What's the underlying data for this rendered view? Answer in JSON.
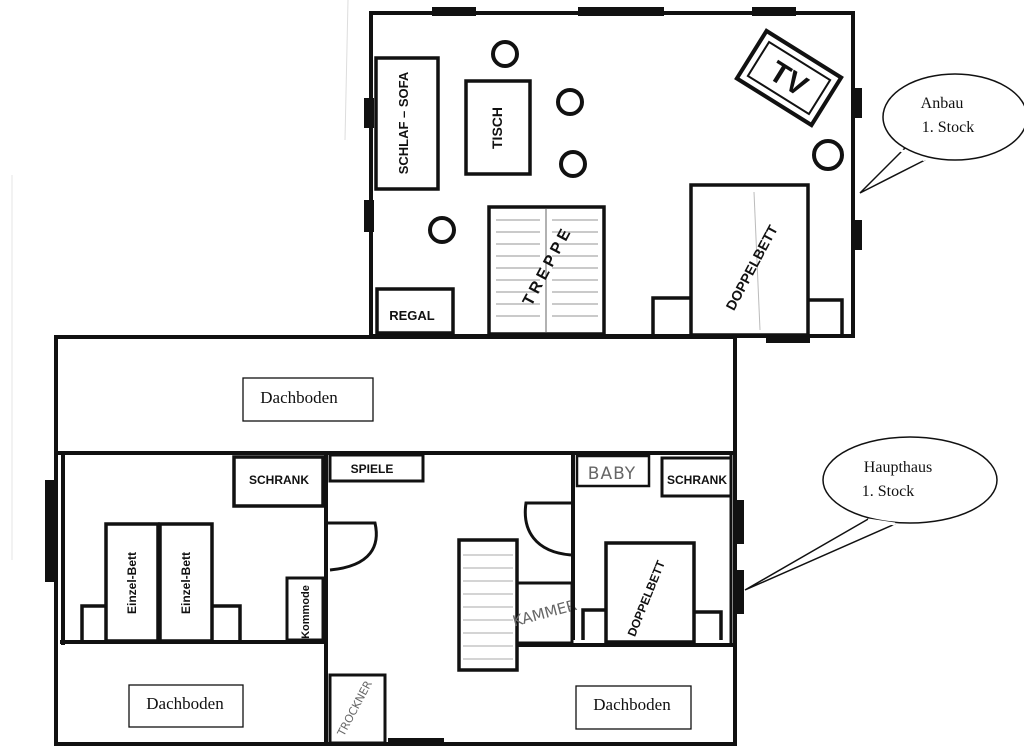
{
  "annex": {
    "callout": {
      "line1": "Anbau",
      "line2": "1. Stock"
    },
    "rooms": {
      "sofa": "SCHLAF – SOFA",
      "table": "TISCH",
      "tv": "TV",
      "stairs": "TREPPE",
      "double_bed": "DOPPELBETT",
      "shelf": "REGAL"
    }
  },
  "main_house": {
    "callout": {
      "line1": "Haupthaus",
      "line2": "1. Stock"
    },
    "rooms": {
      "attic_top": "Dachboden",
      "wardrobe_left": "SCHRANK",
      "toys": "SPIELE",
      "baby": "BABY",
      "wardrobe_right": "SCHRANK",
      "single_bed_1": "Einzel-Bett",
      "single_bed_2": "Einzel-Bett",
      "dresser": "Kommode",
      "storage": "KAMMER",
      "double_bed": "DOPPELBETT",
      "attic_left": "Dachboden",
      "dryer": "TROCKNER",
      "attic_right": "Dachboden"
    }
  }
}
